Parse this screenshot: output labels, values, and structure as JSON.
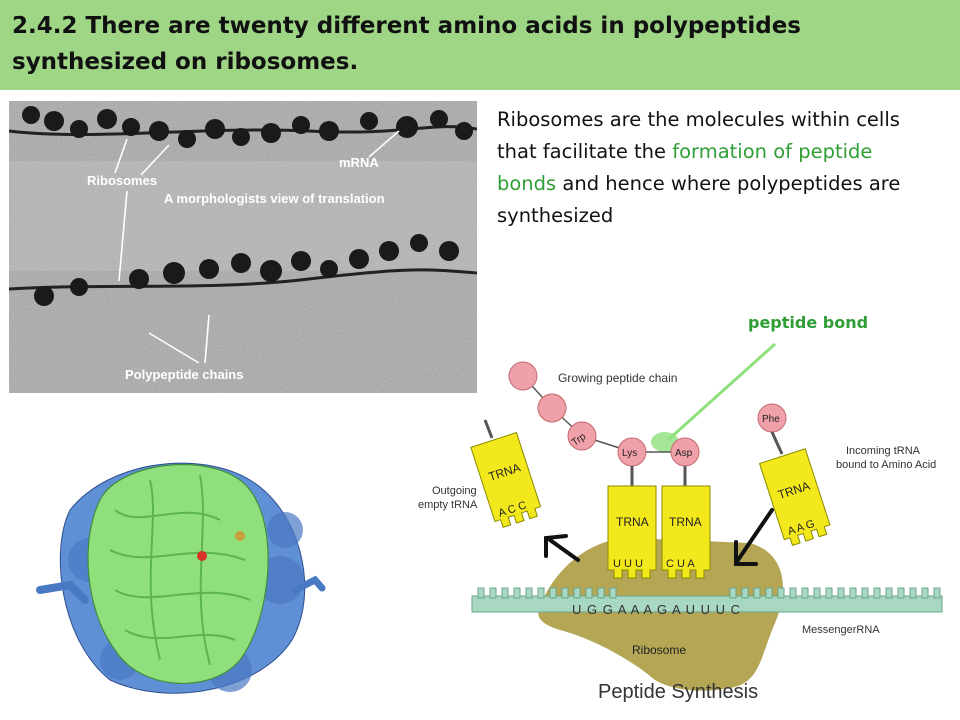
{
  "slide": {
    "title": "2.4.2 There are twenty different amino acids in polypeptides synthesized on ribosomes.",
    "body_plain": "Ribosomes are the molecules within cells that facilitate the ",
    "body_highlight": "formation of peptide bonds",
    "body_tail": " and hence where polypeptides are synthesized",
    "peptide_bond_label": "peptide bond"
  },
  "micrograph": {
    "label_ribosomes": "Ribosomes",
    "label_mrna": "mRNA",
    "label_caption": "A morphologists view of translation",
    "label_chains": "Polypeptide chains"
  },
  "synthesis": {
    "growing_chain": "Growing peptide chain",
    "trp": "Trp",
    "lys": "Lys",
    "asp": "Asp",
    "phe": "Phe",
    "trna": "TRNA",
    "outgoing_1": "Outgoing",
    "outgoing_2": "empty tRNA",
    "incoming_1": "Incoming  tRNA",
    "incoming_2": "bound to Amino Acid",
    "codon_out": "A C C",
    "anticodon_lys": "U U U",
    "anticodon_asp": "C U A",
    "codon_in": "A A G",
    "mrna_seq": "U G G A A A G A U U U C",
    "messenger": "MessengerRNA",
    "ribosome": "Ribosome",
    "caption": "Peptide Synthesis"
  },
  "colors": {
    "title_bg": "#9fd686",
    "highlight": "#2f9e36",
    "trna": "#f3e81c",
    "amino": "#f0a0a8",
    "ribosome": "#b4a654",
    "mrna": "#a8d8c2"
  }
}
